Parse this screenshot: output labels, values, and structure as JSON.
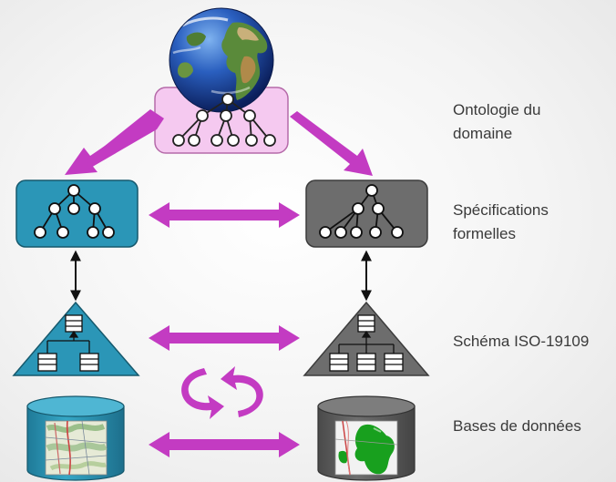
{
  "labels": {
    "ontology": "Ontologie du\ndomaine",
    "specifications": "Spécifications\nformelles",
    "schema": "Schéma ISO-19109",
    "databases": "Bases de données"
  },
  "colors": {
    "arrow_magenta": "#c33bc2",
    "ontology_box": "#f5c9f0",
    "left_blue": "#2b96b7",
    "right_gray": "#6d6d6d",
    "map_green": "#18a01e",
    "label_text": "#3a3a3a"
  },
  "icons": {
    "globe": "globe-icon",
    "cycle": "cycle-arrows-icon"
  }
}
